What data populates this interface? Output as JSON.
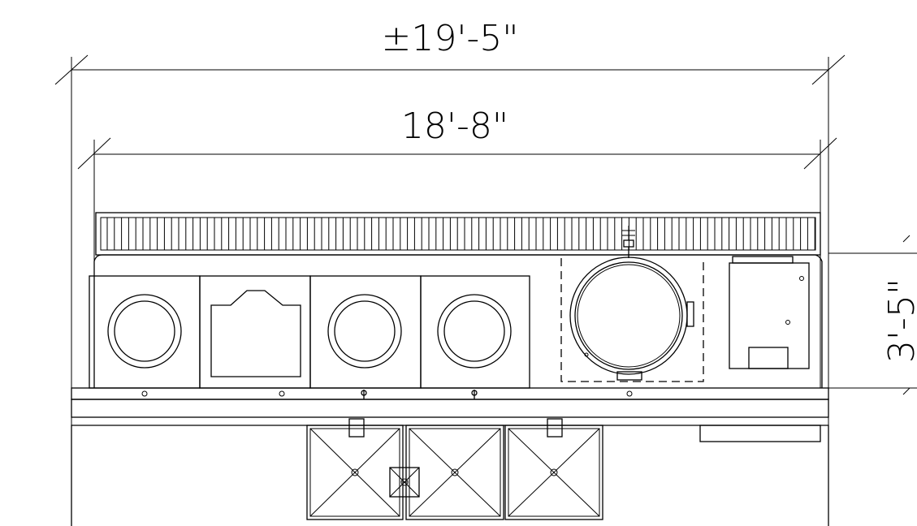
{
  "drawing": {
    "overall_width": "±19'-5\"",
    "hood_width": "18'-8\"",
    "depth": "3'-5\""
  }
}
